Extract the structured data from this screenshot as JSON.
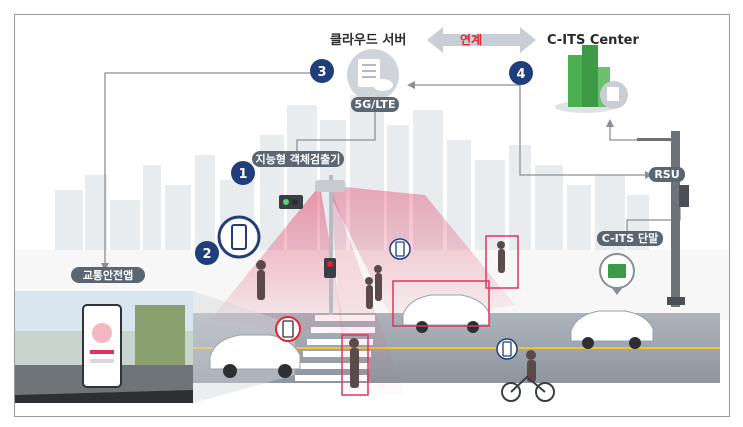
{
  "cloud_server": {
    "title": "클라우드 서버",
    "network": "5G/LTE"
  },
  "link": {
    "label": "연계"
  },
  "cits": {
    "title": "C-ITS Center"
  },
  "steps": {
    "one": "1",
    "two": "2",
    "three": "3",
    "four": "4"
  },
  "labels": {
    "intelligent_detector": "지능형 객체검출기",
    "rsu": "RSU",
    "cits_terminal": "C-ITS 단말",
    "traffic_app": "교통안전앱"
  },
  "colors": {
    "accent_navy": "#1f3e7a",
    "label_gray": "#5b6673",
    "link_red": "#e8232b",
    "detection_pink": "#e0345c",
    "road": "#9aa1ab",
    "building_green": "#4caf50"
  },
  "icons": [
    "cloud-server-icon",
    "cits-building-icon",
    "smartphone-icon",
    "traffic-light-icon",
    "rsu-pole-icon",
    "terminal-icon"
  ]
}
